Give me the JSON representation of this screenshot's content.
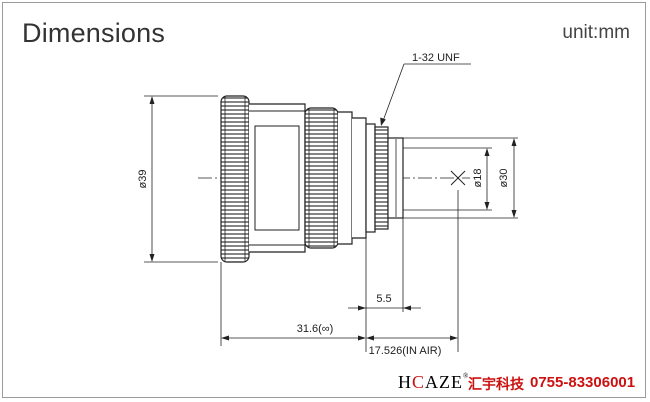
{
  "header": {
    "title": "Dimensions",
    "unit": "unit:mm"
  },
  "dimensions": {
    "thread": "1-32 UNF",
    "overall_diameter": "ø39",
    "outer_diameter": "ø30",
    "inner_diameter": "ø18",
    "flange_depth": "5.5",
    "length": "31.6(∞)",
    "flange_back": "17.526(IN AIR)"
  },
  "footer": {
    "brand_prefix": "H",
    "brand_accent": "C",
    "brand_suffix": "AZE",
    "brand_mark": "®",
    "company": "汇宇科技",
    "phone": "0755-83306001"
  },
  "colors": {
    "line": "#222222",
    "accent": "#cc1111"
  }
}
